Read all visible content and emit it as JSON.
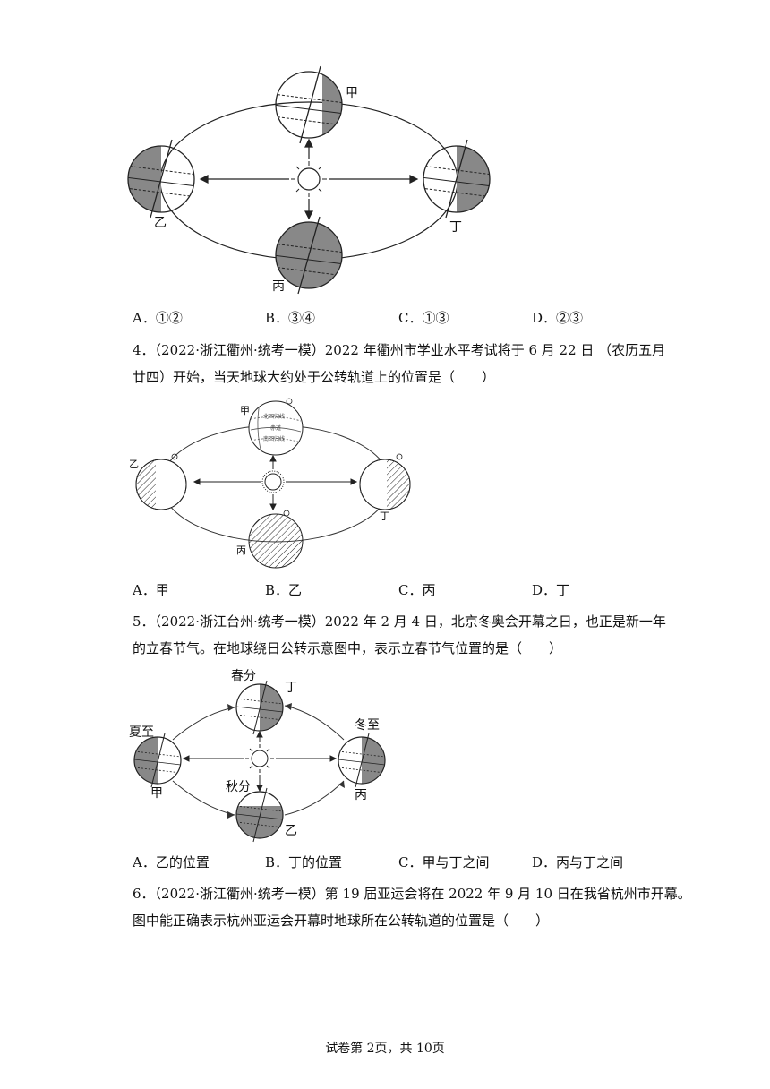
{
  "fig1": {
    "labels": {
      "jia": "甲",
      "yi": "乙",
      "bing": "丙",
      "ding": "丁"
    }
  },
  "q3": {
    "options": [
      "A．①②",
      "B．③④",
      "C．①③",
      "D．②③"
    ]
  },
  "q4": {
    "text_line1": "4．（2022·浙江衢州·统考一模）2022 年衢州市学业水平考试将于 6 月 22 日 （农历五月",
    "text_line2": "廿四）开始，当天地球大约处于公转轨道上的位置是（　　）",
    "figure": {
      "labels": {
        "jia": "甲",
        "yi": "乙",
        "bing": "丙",
        "ding": "丁"
      },
      "tiny": {
        "t1": "北回归线",
        "t2": "赤道",
        "t3": "南回归线"
      }
    },
    "options": [
      "A．甲",
      "B．乙",
      "C．丙",
      "D．丁"
    ]
  },
  "q5": {
    "text_line1": "5．（2022·浙江台州·统考一模）2022 年 2 月 4 日，北京冬奥会开幕之日，也正是新一年",
    "text_line2": "的立春节气。在地球绕日公转示意图中，表示立春节气位置的是（　　）",
    "figure": {
      "labels": {
        "chunfen": "春分",
        "xiazhi": "夏至",
        "qiufen": "秋分",
        "dongzhi": "冬至",
        "jia": "甲",
        "yi": "乙",
        "bing": "丙",
        "ding": "丁"
      }
    },
    "options": [
      "A．乙的位置",
      "B．丁的位置",
      "C．甲与丁之间",
      "D．丙与丁之间"
    ]
  },
  "q6": {
    "text_line1": "6．（2022·浙江衢州·统考一模）第 19 届亚运会将在 2022 年 9 月 10 日在我省杭州市开幕。",
    "text_line2": "图中能正确表示杭州亚运会开幕时地球所在公转轨道的位置是（　　）"
  },
  "footer": "试卷第 2页，共 10页"
}
